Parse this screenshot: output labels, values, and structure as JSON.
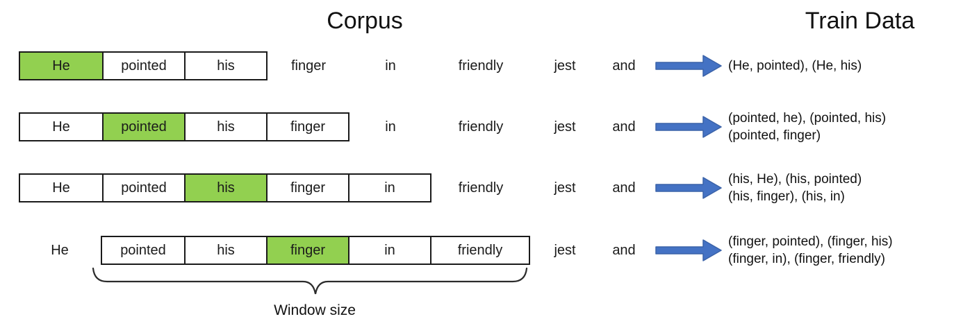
{
  "titles": {
    "corpus": "Corpus",
    "train_data": "Train Data"
  },
  "sentence": {
    "w0": "He",
    "w1": "pointed",
    "w2": "his",
    "w3": "finger",
    "w4": "in",
    "w5": "friendly",
    "w6": "jest",
    "w7": "and"
  },
  "rows": [
    {
      "center_word": "He",
      "train_pairs": {
        "line1": "(He, pointed), (He, his)",
        "line2": ""
      }
    },
    {
      "center_word": "pointed",
      "train_pairs": {
        "line1": "(pointed, he), (pointed, his)",
        "line2": "(pointed, finger)"
      }
    },
    {
      "center_word": "his",
      "train_pairs": {
        "line1": "(his, He), (his, pointed)",
        "line2": "(his, finger), (his, in)"
      }
    },
    {
      "center_word": "finger",
      "train_pairs": {
        "line1": "(finger, pointed), (finger, his)",
        "line2": "(finger, in), (finger, friendly)"
      }
    }
  ],
  "window_size_label": "Window size",
  "colors": {
    "highlight_green": "#92D050",
    "arrow_blue": "#4472C4",
    "arrow_outline": "#3A62A8",
    "box_border": "#1a1a1a"
  }
}
